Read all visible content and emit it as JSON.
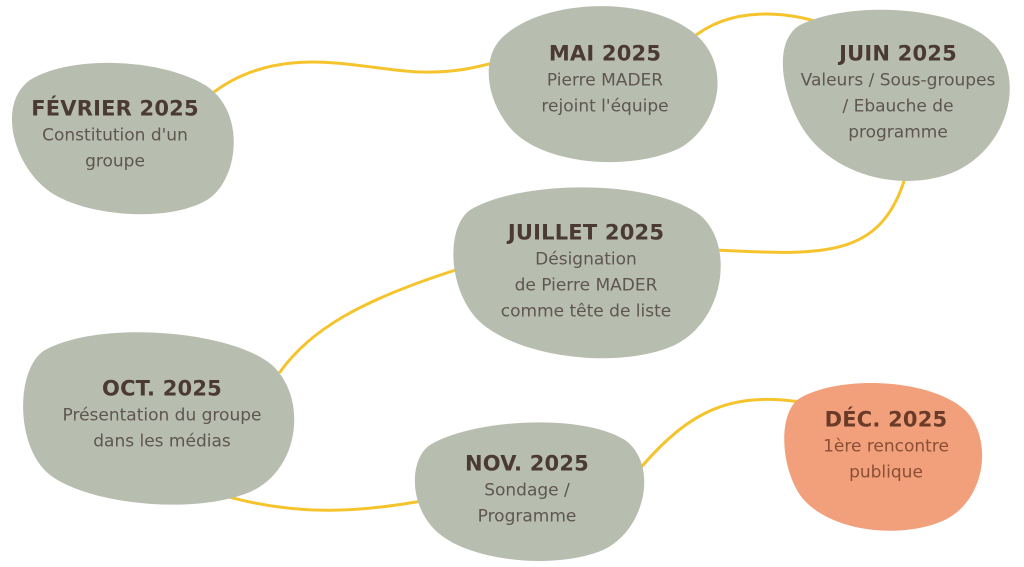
{
  "timeline": {
    "steps": [
      {
        "id": "fevrier-2025",
        "date": "FÉVRIER 2025",
        "description": [
          "Constitution d'un",
          "groupe"
        ],
        "highlight": false
      },
      {
        "id": "mai-2025",
        "date": "MAI 2025",
        "description": [
          "Pierre MADER",
          "rejoint l'équipe"
        ],
        "highlight": false
      },
      {
        "id": "juin-2025",
        "date": "JUIN 2025",
        "description": [
          "Valeurs / Sous-groupes",
          "/ Ebauche de",
          "programme"
        ],
        "highlight": false
      },
      {
        "id": "juillet-2025",
        "date": "JUILLET 2025",
        "description": [
          "Désignation",
          "de Pierre MADER",
          "comme tête de liste"
        ],
        "highlight": false
      },
      {
        "id": "oct-2025",
        "date": "OCT. 2025",
        "description": [
          "Présentation du groupe",
          "dans les médias"
        ],
        "highlight": false
      },
      {
        "id": "nov-2025",
        "date": "NOV. 2025",
        "description": [
          "Sondage /",
          "Programme"
        ],
        "highlight": false
      },
      {
        "id": "dec-2025",
        "date": "DÉC. 2025",
        "description": [
          "1ère rencontre",
          "publique"
        ],
        "highlight": true
      }
    ],
    "colors": {
      "blob": "#b7bdaf",
      "blob_highlight": "#f2a07b",
      "connector": "#f5c42c",
      "title_text": "#4a3a33",
      "desc_text": "#5e5650"
    }
  }
}
